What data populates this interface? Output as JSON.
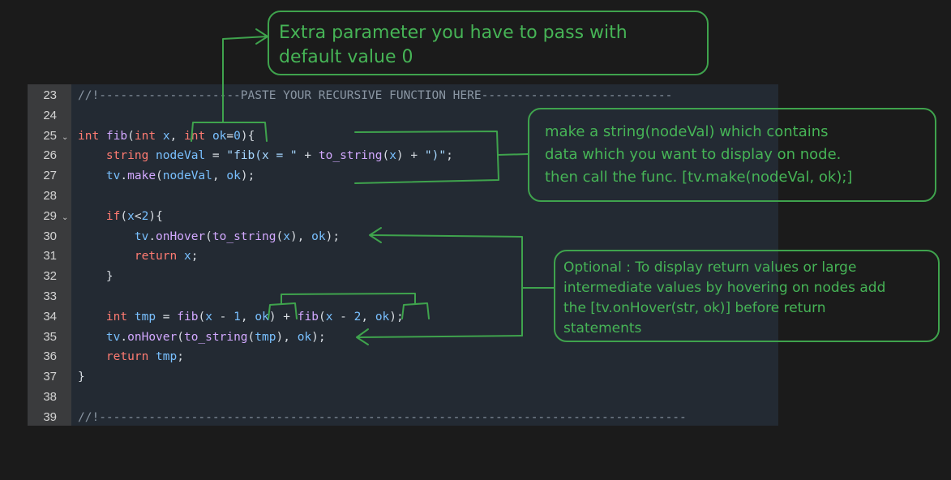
{
  "colors": {
    "background": "#1b1b1b",
    "editor_bg": "#232a33",
    "gutter_bg": "#3a3b3d",
    "annotation_green": "#3fa34d",
    "keyword": "#ff7b72",
    "function": "#d2a8ff",
    "variable": "#79c0ff",
    "string": "#a5d6ff",
    "comment": "#8a96a3"
  },
  "editor": {
    "fold_icon": "chevron-down-icon",
    "lines": [
      {
        "num": "23",
        "fold": false,
        "tokens": [
          [
            "cm",
            "//!--------------------PASTE YOUR RECURSIVE FUNCTION HERE---------------------------"
          ]
        ]
      },
      {
        "num": "24",
        "fold": false,
        "tokens": []
      },
      {
        "num": "25",
        "fold": true,
        "tokens": [
          [
            "kw",
            "int"
          ],
          [
            "op",
            " "
          ],
          [
            "fn",
            "fib"
          ],
          [
            "br",
            "("
          ],
          [
            "kw",
            "int"
          ],
          [
            "op",
            " "
          ],
          [
            "vr",
            "x"
          ],
          [
            "op",
            ", "
          ],
          [
            "kw",
            "int"
          ],
          [
            "op",
            " "
          ],
          [
            "vr",
            "ok"
          ],
          [
            "op",
            "="
          ],
          [
            "vr",
            "0"
          ],
          [
            "br",
            ")"
          ],
          [
            "br",
            "{"
          ]
        ]
      },
      {
        "num": "26",
        "fold": false,
        "tokens": [
          [
            "op",
            "    "
          ],
          [
            "kw",
            "string"
          ],
          [
            "op",
            " "
          ],
          [
            "vr",
            "nodeVal"
          ],
          [
            "op",
            " = "
          ],
          [
            "st",
            "\"fib(x = \""
          ],
          [
            "op",
            " + "
          ],
          [
            "fn",
            "to_string"
          ],
          [
            "br",
            "("
          ],
          [
            "vr",
            "x"
          ],
          [
            "br",
            ")"
          ],
          [
            "op",
            " + "
          ],
          [
            "st",
            "\")\""
          ],
          [
            "op",
            ";"
          ]
        ]
      },
      {
        "num": "27",
        "fold": false,
        "tokens": [
          [
            "op",
            "    "
          ],
          [
            "vr",
            "tv"
          ],
          [
            "op",
            "."
          ],
          [
            "fn",
            "make"
          ],
          [
            "br",
            "("
          ],
          [
            "vr",
            "nodeVal"
          ],
          [
            "op",
            ", "
          ],
          [
            "vr",
            "ok"
          ],
          [
            "br",
            ")"
          ],
          [
            "op",
            ";"
          ]
        ]
      },
      {
        "num": "28",
        "fold": false,
        "tokens": []
      },
      {
        "num": "29",
        "fold": true,
        "tokens": [
          [
            "op",
            "    "
          ],
          [
            "kw",
            "if"
          ],
          [
            "br",
            "("
          ],
          [
            "vr",
            "x"
          ],
          [
            "op",
            "<"
          ],
          [
            "vr",
            "2"
          ],
          [
            "br",
            ")"
          ],
          [
            "br",
            "{"
          ]
        ]
      },
      {
        "num": "30",
        "fold": false,
        "tokens": [
          [
            "op",
            "        "
          ],
          [
            "vr",
            "tv"
          ],
          [
            "op",
            "."
          ],
          [
            "fn",
            "onHover"
          ],
          [
            "br",
            "("
          ],
          [
            "fn",
            "to_string"
          ],
          [
            "br",
            "("
          ],
          [
            "vr",
            "x"
          ],
          [
            "br",
            ")"
          ],
          [
            "op",
            ", "
          ],
          [
            "vr",
            "ok"
          ],
          [
            "br",
            ")"
          ],
          [
            "op",
            ";"
          ]
        ]
      },
      {
        "num": "31",
        "fold": false,
        "tokens": [
          [
            "op",
            "        "
          ],
          [
            "kw",
            "return"
          ],
          [
            "op",
            " "
          ],
          [
            "vr",
            "x"
          ],
          [
            "op",
            ";"
          ]
        ]
      },
      {
        "num": "32",
        "fold": false,
        "tokens": [
          [
            "op",
            "    "
          ],
          [
            "br",
            "}"
          ]
        ]
      },
      {
        "num": "33",
        "fold": false,
        "tokens": []
      },
      {
        "num": "34",
        "fold": false,
        "tokens": [
          [
            "op",
            "    "
          ],
          [
            "kw",
            "int"
          ],
          [
            "op",
            " "
          ],
          [
            "vr",
            "tmp"
          ],
          [
            "op",
            " = "
          ],
          [
            "fn",
            "fib"
          ],
          [
            "br",
            "("
          ],
          [
            "vr",
            "x"
          ],
          [
            "op",
            " - "
          ],
          [
            "vr",
            "1"
          ],
          [
            "op",
            ", "
          ],
          [
            "vr",
            "ok"
          ],
          [
            "br",
            ")"
          ],
          [
            "op",
            " + "
          ],
          [
            "fn",
            "fib"
          ],
          [
            "br",
            "("
          ],
          [
            "vr",
            "x"
          ],
          [
            "op",
            " - "
          ],
          [
            "vr",
            "2"
          ],
          [
            "op",
            ", "
          ],
          [
            "vr",
            "ok"
          ],
          [
            "br",
            ")"
          ],
          [
            "op",
            ";"
          ]
        ]
      },
      {
        "num": "35",
        "fold": false,
        "tokens": [
          [
            "op",
            "    "
          ],
          [
            "vr",
            "tv"
          ],
          [
            "op",
            "."
          ],
          [
            "fn",
            "onHover"
          ],
          [
            "br",
            "("
          ],
          [
            "fn",
            "to_string"
          ],
          [
            "br",
            "("
          ],
          [
            "vr",
            "tmp"
          ],
          [
            "br",
            ")"
          ],
          [
            "op",
            ", "
          ],
          [
            "vr",
            "ok"
          ],
          [
            "br",
            ")"
          ],
          [
            "op",
            ";"
          ]
        ]
      },
      {
        "num": "36",
        "fold": false,
        "tokens": [
          [
            "op",
            "    "
          ],
          [
            "kw",
            "return"
          ],
          [
            "op",
            " "
          ],
          [
            "vr",
            "tmp"
          ],
          [
            "op",
            ";"
          ]
        ]
      },
      {
        "num": "37",
        "fold": false,
        "tokens": [
          [
            "br",
            "}"
          ]
        ]
      },
      {
        "num": "38",
        "fold": false,
        "tokens": []
      },
      {
        "num": "39",
        "fold": false,
        "tokens": [
          [
            "cm",
            "//!-----------------------------------------------------------------------------------"
          ]
        ]
      }
    ]
  },
  "annotations": {
    "extra_param": [
      "Extra parameter you have to pass with",
      "default value 0"
    ],
    "make_string": [
      "make a string(nodeVal) which contains",
      "data which you want to display on node.",
      "then call the func. [tv.make(nodeVal, ok);]"
    ],
    "optional": [
      "Optional : To display return values or large",
      "intermediate values by hovering on nodes add",
      "the [tv.onHover(str, ok)] before return",
      "statements"
    ]
  }
}
